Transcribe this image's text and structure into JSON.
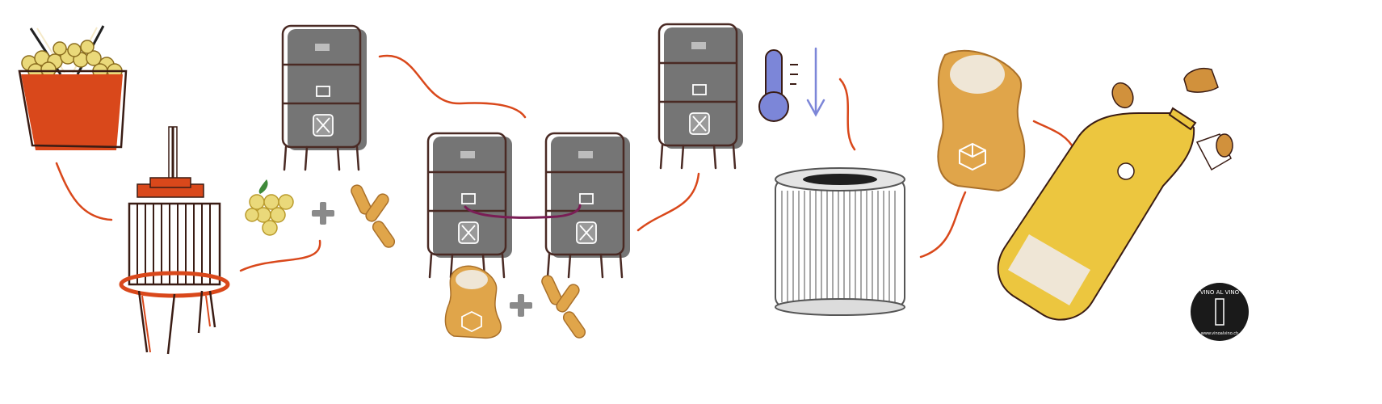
{
  "colors": {
    "orange": "#d9481b",
    "grape_yellow": "#ead97a",
    "tank_gray": "#757575",
    "tank_outline": "#4a2a24",
    "sack": "#e0a54a",
    "thermometer_blue": "#7c86d8",
    "bottle_yellow": "#ecc63f",
    "cork": "#d1913c",
    "plus_gray": "#8a8a8a",
    "transfer_line": "#7a1d55",
    "logo_bg": "#1a1a1a"
  },
  "steps": [
    {
      "id": "harvest",
      "icon": "grape-basket-icon"
    },
    {
      "id": "pressing",
      "icon": "wine-press-icon"
    },
    {
      "id": "base-wine-addition",
      "icons": [
        "grape-cluster-icon",
        "plus-icon",
        "yeast-cylinders-icon"
      ]
    },
    {
      "id": "first-fermentation",
      "icon": "fermentation-tank-icon"
    },
    {
      "id": "tank-transfer",
      "icons": [
        "fermentation-tank-icon",
        "fermentation-tank-icon"
      ]
    },
    {
      "id": "sugar-yeast-addition",
      "icons": [
        "sugar-sack-icon",
        "plus-icon",
        "yeast-cylinders-icon"
      ]
    },
    {
      "id": "second-fermentation",
      "icon": "fermentation-tank-icon"
    },
    {
      "id": "cold-stabilization",
      "icons": [
        "thermometer-icon",
        "down-arrow-icon"
      ]
    },
    {
      "id": "filtration",
      "icon": "filter-cartridge-icon"
    },
    {
      "id": "dosage",
      "icon": "sugar-sack-icon"
    },
    {
      "id": "bottling",
      "icons": [
        "sparkling-wine-bottle-icon",
        "cork-icon"
      ]
    }
  ],
  "logo": {
    "text": "VINO AL VINO",
    "url": "www.vinoalvino.ch"
  }
}
